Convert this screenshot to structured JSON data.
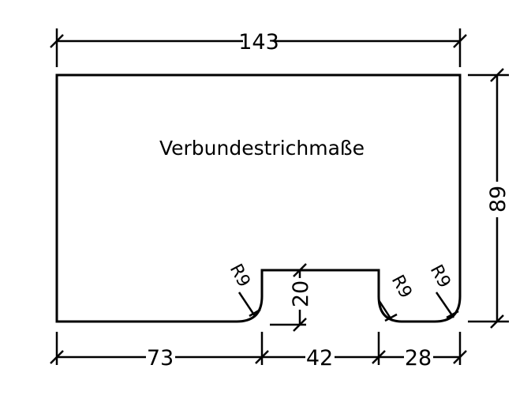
{
  "title": "Verbundestrichmaße",
  "dimensions": {
    "overall_width": "143",
    "overall_height": "89",
    "left_segment": "73",
    "notch_width": "42",
    "right_segment": "28",
    "notch_depth": "20"
  },
  "radii": {
    "notch_left": "R9",
    "notch_right": "R9",
    "outer_corner": "R9"
  },
  "colors": {
    "line": "#000000",
    "background": "#ffffff"
  }
}
